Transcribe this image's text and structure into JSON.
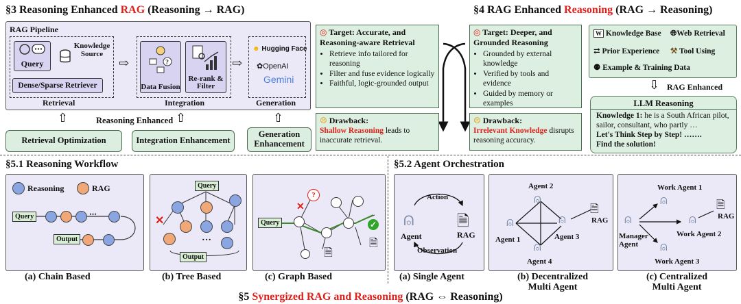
{
  "sec3": {
    "prefix": "§3 Reasoning Enhanced ",
    "red": "RAG",
    "suffix": " (Reasoning → RAG)"
  },
  "sec4": {
    "prefix": "§4 RAG Enhanced ",
    "red": "Reasoning",
    "suffix": " (RAG → Reasoning)"
  },
  "pipeline": {
    "label": "RAG Pipeline",
    "query": "Query",
    "knowledge": "Knowledge Source",
    "retriever": "Dense/Sparse Retriever",
    "data_fusion": "Data Fusion",
    "rerank": "Re-rank & Filter",
    "hf": "Hugging Face",
    "openai": "OpenAI",
    "gemini": "Gemini",
    "retrieval": "Retrieval",
    "integration": "Integration",
    "generation": "Generation"
  },
  "reasoning_enhanced": "Reasoning Enhanced",
  "retrieval_opt": "Retrieval Optimization",
  "integration_enh": "Integration Enhancement",
  "generation_enh": "Generation Enhancement",
  "target1": {
    "head": "Target: Accurate, and Reasoning-aware Retrieval",
    "items": [
      "Retrieve info tailored for reasoning",
      "Filter and fuse evidence logically",
      "Faithful, logic-grounded output"
    ]
  },
  "drawback1": {
    "head": "Drawback:",
    "red": "Shallow Reasoning",
    "rest": " leads to inaccurate retrieval."
  },
  "target2": {
    "head": "Target: Deeper, and Grounded Reasoning",
    "items": [
      "Grounded by external knowledge",
      "Verified by tools and evidence",
      "Guided by memory or examples"
    ]
  },
  "drawback2": {
    "head": "Drawback:",
    "red": "Irrelevant Knowledge",
    "rest": " disrupts reasoning accuracy."
  },
  "sources": {
    "kb": "Knowledge Base",
    "web": "Web Retrieval",
    "prior": "Prior Experience",
    "tool": "Tool Using",
    "example": "Example & Training Data"
  },
  "rag_enhanced": "RAG Enhanced",
  "llm": {
    "title": "LLM Reasoning",
    "k1": "Knowledge 1:",
    "k1text": " he is a South African pilot, sailor, consultant, who partly …",
    "step": "Let's Think Step by Step! …….",
    "find": "Find the solution!"
  },
  "sec51": "§5.1 Reasoning Workflow",
  "sec52": "§5.2 Agent Orchestration",
  "legend": {
    "reasoning": "Reasoning",
    "rag": "RAG"
  },
  "chain": {
    "query": "Query",
    "output": "Output",
    "caption": "(a) Chain Based"
  },
  "tree": {
    "query": "Query",
    "output": "Output",
    "dots": "…",
    "caption": "(b) Tree Based"
  },
  "graph": {
    "query": "Query",
    "caption": "(c) Graph Based"
  },
  "single": {
    "action": "Action",
    "agent": "Agent",
    "rag": "RAG",
    "observation": "Observation",
    "caption": "(a) Single Agent"
  },
  "decentral": {
    "a1": "Agent 1",
    "a2": "Agent 2",
    "a3": "Agent 3",
    "a4": "Agent 4",
    "rag": "RAG",
    "caption1": "(b) Decentralized",
    "caption2": "Multi Agent"
  },
  "central": {
    "w1": "Work Agent 1",
    "w2": "Work Agent 2",
    "w3": "Work Agent 3",
    "manager": "Manager Agent",
    "rag": "RAG",
    "caption1": "(c) Centralized",
    "caption2": "Multi Agent"
  },
  "sec5": {
    "prefix": "§5 ",
    "red": "Synergized RAG and Reasoning",
    "suffix": " (RAG ⇔ Reasoning)"
  },
  "colors": {
    "red": "#e0201b",
    "purple": "#ebe9f7",
    "green": "#dcefe0",
    "blue_node": "#8aa6e2",
    "orange_node": "#f0a878"
  }
}
